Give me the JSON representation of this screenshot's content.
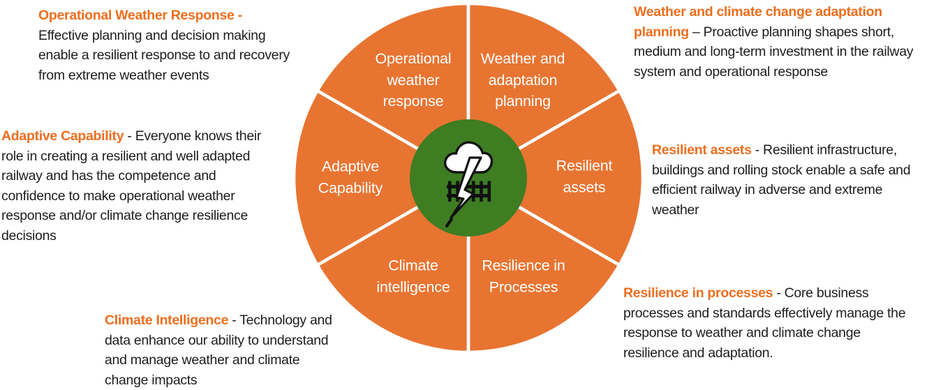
{
  "colors": {
    "wheel_orange": "#E87431",
    "center_green": "#3E7D22",
    "heading_orange": "#ED6E1E",
    "body_text": "#1D1D1B",
    "wheel_label_text": "#FFFFFF",
    "icon_black": "#111111",
    "divider_white": "#FFFFFF"
  },
  "wheel": {
    "center_icon": "storm-cloud-lightning-over-railway-track",
    "segments": [
      {
        "id": "operational-weather-response",
        "label": "Operational\nweather\nresponse"
      },
      {
        "id": "weather-and-adaptation-planning",
        "label": "Weather and\nadaptation\nplanning"
      },
      {
        "id": "resilient-assets",
        "label": "Resilient\nassets"
      },
      {
        "id": "resilience-in-processes",
        "label": "Resilience in\nProcesses"
      },
      {
        "id": "climate-intelligence",
        "label": "Climate\nintelligence"
      },
      {
        "id": "adaptive-capability",
        "label": "Adaptive\nCapability"
      }
    ]
  },
  "annotations": {
    "operational_weather_response": {
      "heading": "Operational Weather Response -",
      "body": " Effective planning and decision making enable a resilient response to and recovery from extreme weather events"
    },
    "weather_adaptation_planning": {
      "heading": "Weather and climate change adaptation planning",
      "body": " – Proactive planning shapes short, medium and long-term investment in the railway system and operational response"
    },
    "adaptive_capability": {
      "heading": "Adaptive Capability",
      "body": " - Everyone knows their role in creating a resilient and well adapted railway and has the competence and confidence to make operational weather response and/or climate change resilience decisions"
    },
    "resilient_assets": {
      "heading": "Resilient assets",
      "body": " - Resilient infrastructure, buildings and rolling stock enable a safe and efficient railway in adverse and extreme weather"
    },
    "climate_intelligence": {
      "heading": "Climate Intelligence",
      "body": " - Technology and data enhance our ability to understand and manage weather and climate change impacts"
    },
    "resilience_in_processes": {
      "heading": "Resilience in processes",
      "body": " - Core business processes and standards effectively manage the response to weather and climate change resilience and adaptation."
    }
  }
}
